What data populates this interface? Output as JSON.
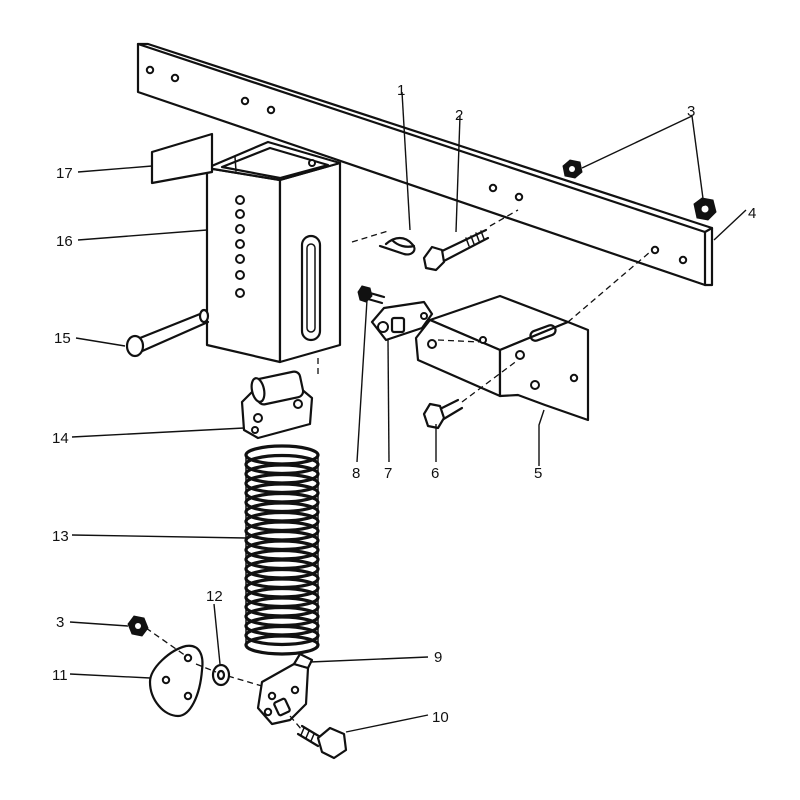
{
  "callouts": {
    "c1": "1",
    "c2": "2",
    "c3a": "3",
    "c3b": "3",
    "c4": "4",
    "c5": "5",
    "c6": "6",
    "c7": "7",
    "c8": "8",
    "c9": "9",
    "c10": "10",
    "c11": "11",
    "c12": "12",
    "c13": "13",
    "c14": "14",
    "c15": "15",
    "c16": "16",
    "c17": "17"
  },
  "colors": {
    "ink": "#111111",
    "paper": "#ffffff"
  }
}
